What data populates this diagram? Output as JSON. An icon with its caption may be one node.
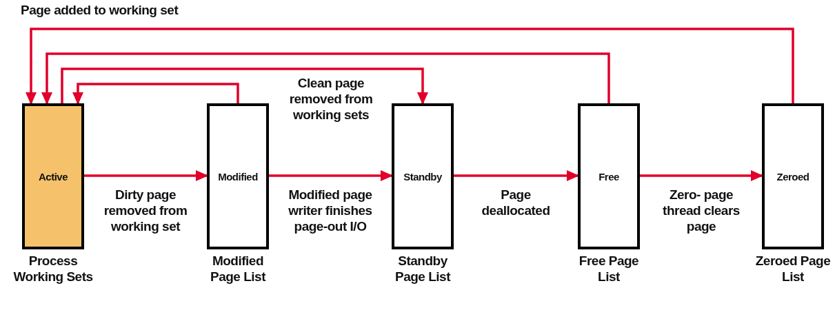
{
  "diagram": {
    "nodes": [
      {
        "text": [
          "Active"
        ],
        "beside": [
          "Process Working Sets"
        ]
      },
      {
        "text": [
          "Modified"
        ],
        "beside": [
          "Modified Page List"
        ]
      },
      {
        "text": [
          "Standby"
        ],
        "beside": [
          "Standby Page List"
        ]
      },
      {
        "text": [
          "Free"
        ],
        "beside": [
          "Free Page List"
        ]
      },
      {
        "text": [
          "Zeroed"
        ],
        "beside": [
          "Zeroed Page List"
        ]
      }
    ],
    "edges": [
      {
        "from": 4,
        "to": 0,
        "arrow": "to",
        "label": "Page added to working set"
      },
      {
        "from": 3,
        "to": 0,
        "arrow": "to"
      },
      {
        "from": 0,
        "to": 2,
        "arrow": "to",
        "label": "Clean page removed from working sets"
      },
      {
        "from": 1,
        "to": 0,
        "arrow": "to"
      },
      {
        "from": 0,
        "to": 1,
        "arrow": "to",
        "label": "Dirty page removed from working set"
      },
      {
        "from": 1,
        "to": 2,
        "arrow": "to",
        "label": "Modified page writer finishes page-out I/O"
      },
      {
        "from": 2,
        "to": 3,
        "arrow": "to",
        "label": "Page deallocated"
      },
      {
        "from": 3,
        "to": 4,
        "arrow": "to",
        "label": "Zero- page thread clears page"
      }
    ]
  }
}
